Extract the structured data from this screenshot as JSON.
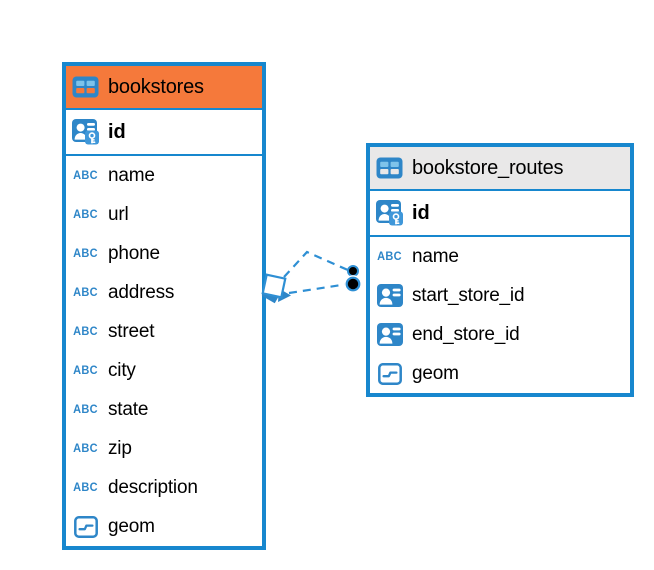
{
  "diagram": {
    "type_icon_label": "ABC",
    "tables": [
      {
        "name": "bookstores",
        "header_color": "#F5793B",
        "table_icon": "table-icon",
        "primary_key": {
          "name": "id",
          "icon": "primary-key-icon"
        },
        "columns": [
          {
            "name": "name",
            "icon": "text-type-icon"
          },
          {
            "name": "url",
            "icon": "text-type-icon"
          },
          {
            "name": "phone",
            "icon": "text-type-icon"
          },
          {
            "name": "address",
            "icon": "text-type-icon"
          },
          {
            "name": "street",
            "icon": "text-type-icon"
          },
          {
            "name": "city",
            "icon": "text-type-icon"
          },
          {
            "name": "state",
            "icon": "text-type-icon"
          },
          {
            "name": "zip",
            "icon": "text-type-icon"
          },
          {
            "name": "description",
            "icon": "text-type-icon"
          },
          {
            "name": "geom",
            "icon": "geometry-type-icon"
          }
        ]
      },
      {
        "name": "bookstore_routes",
        "header_color": "#E9E8E8",
        "table_icon": "table-icon",
        "primary_key": {
          "name": "id",
          "icon": "primary-key-icon"
        },
        "columns": [
          {
            "name": "name",
            "icon": "text-type-icon"
          },
          {
            "name": "start_store_id",
            "icon": "foreign-key-icon"
          },
          {
            "name": "end_store_id",
            "icon": "foreign-key-icon"
          },
          {
            "name": "geom",
            "icon": "geometry-type-icon"
          }
        ]
      }
    ],
    "relationships": [
      {
        "style": "dashed",
        "from_table": "bookstore_routes",
        "to_table": "bookstores"
      },
      {
        "style": "dashed",
        "from_table": "bookstore_routes",
        "to_table": "bookstores"
      }
    ],
    "colors": {
      "table_border": "#1787CE",
      "icon_blue": "#2E86C8",
      "icon_light_blue": "#7EC3EA",
      "relationship_line": "#2E8FD4",
      "selected_header_orange": "#F5793B",
      "header_gray": "#E9E8E8"
    }
  }
}
